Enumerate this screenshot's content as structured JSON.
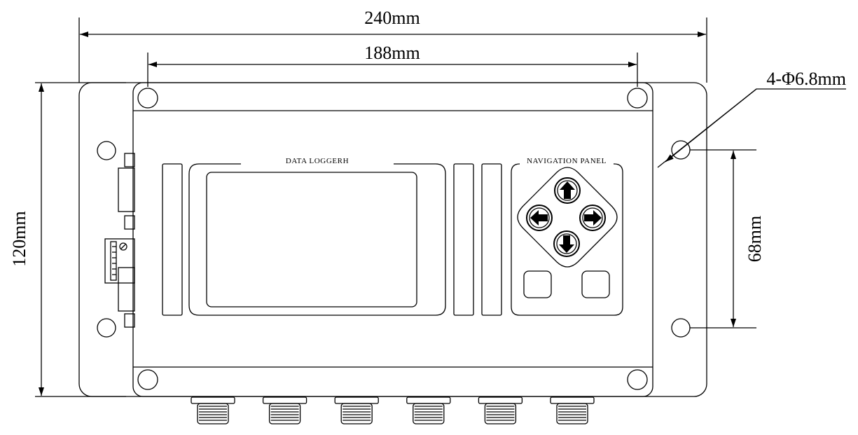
{
  "dimensions": {
    "overall_width": "240mm",
    "hole_spacing_width": "188mm",
    "overall_height": "120mm",
    "hole_spacing_height": "68mm",
    "mounting_holes": "4-Φ6.8mm"
  },
  "device": {
    "display_label": "DATA LOGGERH",
    "navigation_label": "NAVIGATION PANEL",
    "nav_buttons": [
      "up",
      "left",
      "right",
      "down"
    ],
    "soft_buttons": 2,
    "bottom_connectors": 6
  },
  "colors": {
    "line": "#000000",
    "background": "#ffffff"
  }
}
